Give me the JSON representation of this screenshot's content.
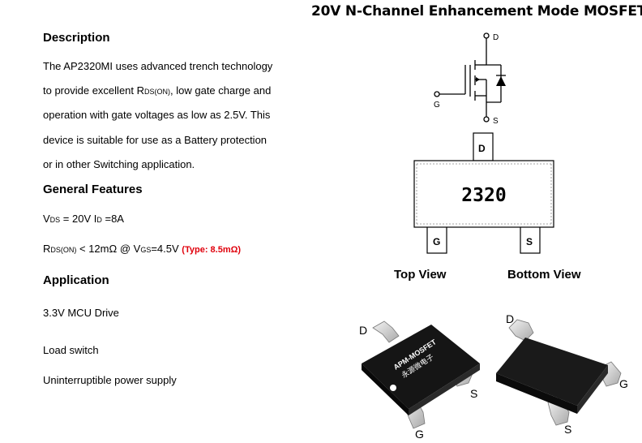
{
  "title": "20V N-Channel Enhancement Mode MOSFET",
  "description": {
    "heading": "Description",
    "lines": [
      "The AP2320MI uses advanced trench technology",
      [
        "to provide excellent R",
        "DS(ON)",
        ", low gate charge and"
      ],
      "operation with gate voltages as low as 2.5V. This",
      "device is suitable for use as a Battery protection",
      "or in other Switching application."
    ]
  },
  "features": {
    "heading": "General Features",
    "line1": {
      "v": "V",
      "v_sub": "DS",
      "v_val": " = 20V  I",
      "i_sub": "D",
      "i_val": " =8A"
    },
    "line2": {
      "r": "R",
      "r_sub": "DS(ON)",
      "mid": " < 12mΩ @ V",
      "v_sub": "GS",
      "end": "=4.5V",
      "typ": "(Type: 8.5mΩ)"
    }
  },
  "application": {
    "heading": "Application",
    "items": [
      "3.3V MCU Drive",
      "Load switch",
      "Uninterruptible power supply"
    ]
  },
  "schematic": {
    "drain": "D",
    "gate": "G",
    "source": "S"
  },
  "package": {
    "marking": "2320",
    "pin_top": "D",
    "pin_left": "G",
    "pin_right": "S",
    "top_view": "Top View",
    "bottom_view": "Bottom View"
  },
  "photos": {
    "left_marking_1": "APM-MOSFET",
    "left_marking_2": "永源微电子",
    "left_d": "D",
    "left_s": "S",
    "left_g": "G",
    "right_d": "D",
    "right_g": "G",
    "right_s": "S"
  }
}
